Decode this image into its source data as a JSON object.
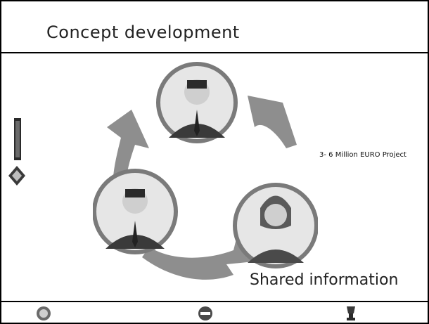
{
  "slide": {
    "title": "Concept development",
    "project_label": "3- 6 Million EURO Project",
    "shared_label": "Shared information"
  },
  "icons": {
    "side_logo": "conference-logo-icon",
    "footer_left": "round-seal-icon",
    "footer_center": "idi-logo-icon",
    "footer_right": "trophy-emblem-icon"
  },
  "colors": {
    "border": "#000000",
    "arrow": "#8e8e8e",
    "circle_ring": "#7a7a7a",
    "circle_fill": "#e6e6e6"
  }
}
